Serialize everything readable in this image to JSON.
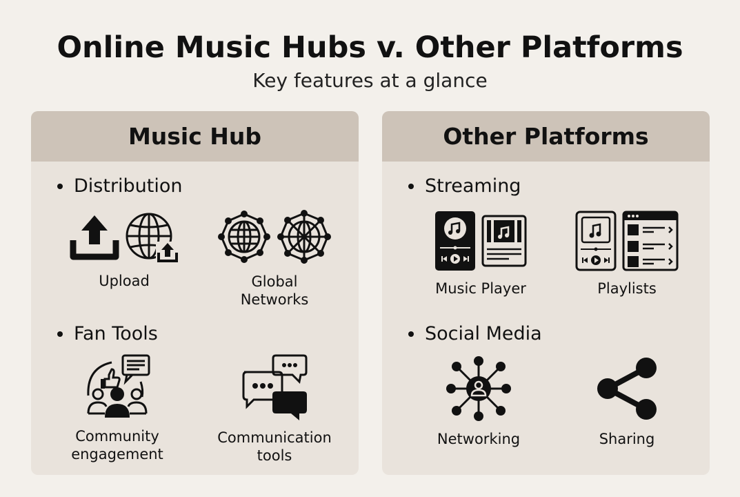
{
  "header": {
    "title": "Online Music Hubs v. Other Platforms",
    "subtitle": "Key features at a glance"
  },
  "colors": {
    "background": "#f3f0eb",
    "panel": "#e9e3dc",
    "panel_header": "#cdc3b8",
    "ink": "#111111"
  },
  "panels": [
    {
      "title": "Music Hub",
      "sections": [
        {
          "title": "Distribution",
          "items": [
            {
              "label": "Upload",
              "icons": [
                "upload-icon",
                "globe-upload-icon"
              ]
            },
            {
              "label": "Global Networks",
              "label_lines": [
                "Global",
                "Networks"
              ],
              "icons": [
                "globe-network-icon",
                "globe-network-icon"
              ]
            }
          ]
        },
        {
          "title": "Fan Tools",
          "items": [
            {
              "label": "Community engagement",
              "label_lines": [
                "Community",
                "engagement"
              ],
              "icons": [
                "community-engagement-icon"
              ]
            },
            {
              "label": "Communication tools",
              "label_lines": [
                "Communication",
                "tools"
              ],
              "icons": [
                "chat-bubbles-icon"
              ]
            }
          ]
        }
      ]
    },
    {
      "title": "Other Platforms",
      "sections": [
        {
          "title": "Streaming",
          "items": [
            {
              "label": "Music Player",
              "icons": [
                "music-player-icon",
                "album-card-icon"
              ]
            },
            {
              "label": "Playlists",
              "icons": [
                "music-player-outline-icon",
                "playlist-window-icon"
              ]
            }
          ]
        },
        {
          "title": "Social Media",
          "items": [
            {
              "label": "Networking",
              "icons": [
                "network-hub-icon"
              ]
            },
            {
              "label": "Sharing",
              "icons": [
                "share-icon"
              ]
            }
          ]
        }
      ]
    }
  ]
}
